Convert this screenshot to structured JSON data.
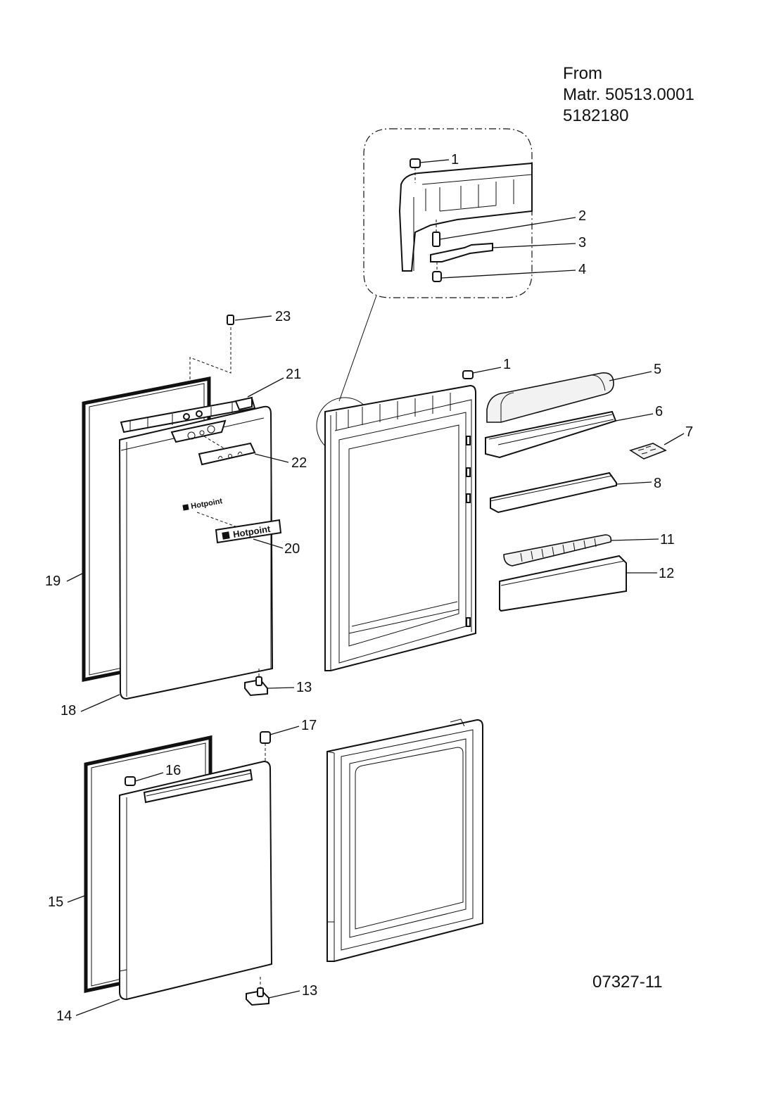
{
  "header": {
    "line1": "From",
    "line2": "Matr. 50513.0001",
    "line3": "5182180"
  },
  "drawing_number": "07327-11",
  "brand": {
    "logo_text": "Hotpoint"
  },
  "callouts": {
    "c1_detail": "1",
    "c2": "2",
    "c3": "3",
    "c4": "4",
    "c1_main": "1",
    "c5": "5",
    "c6": "6",
    "c7": "7",
    "c8": "8",
    "c11": "11",
    "c12": "12",
    "c13_upper": "13",
    "c13_lower": "13",
    "c14": "14",
    "c15": "15",
    "c16": "16",
    "c17": "17",
    "c18": "18",
    "c19": "19",
    "c20": "20",
    "c21": "21",
    "c22": "22",
    "c23": "23"
  }
}
